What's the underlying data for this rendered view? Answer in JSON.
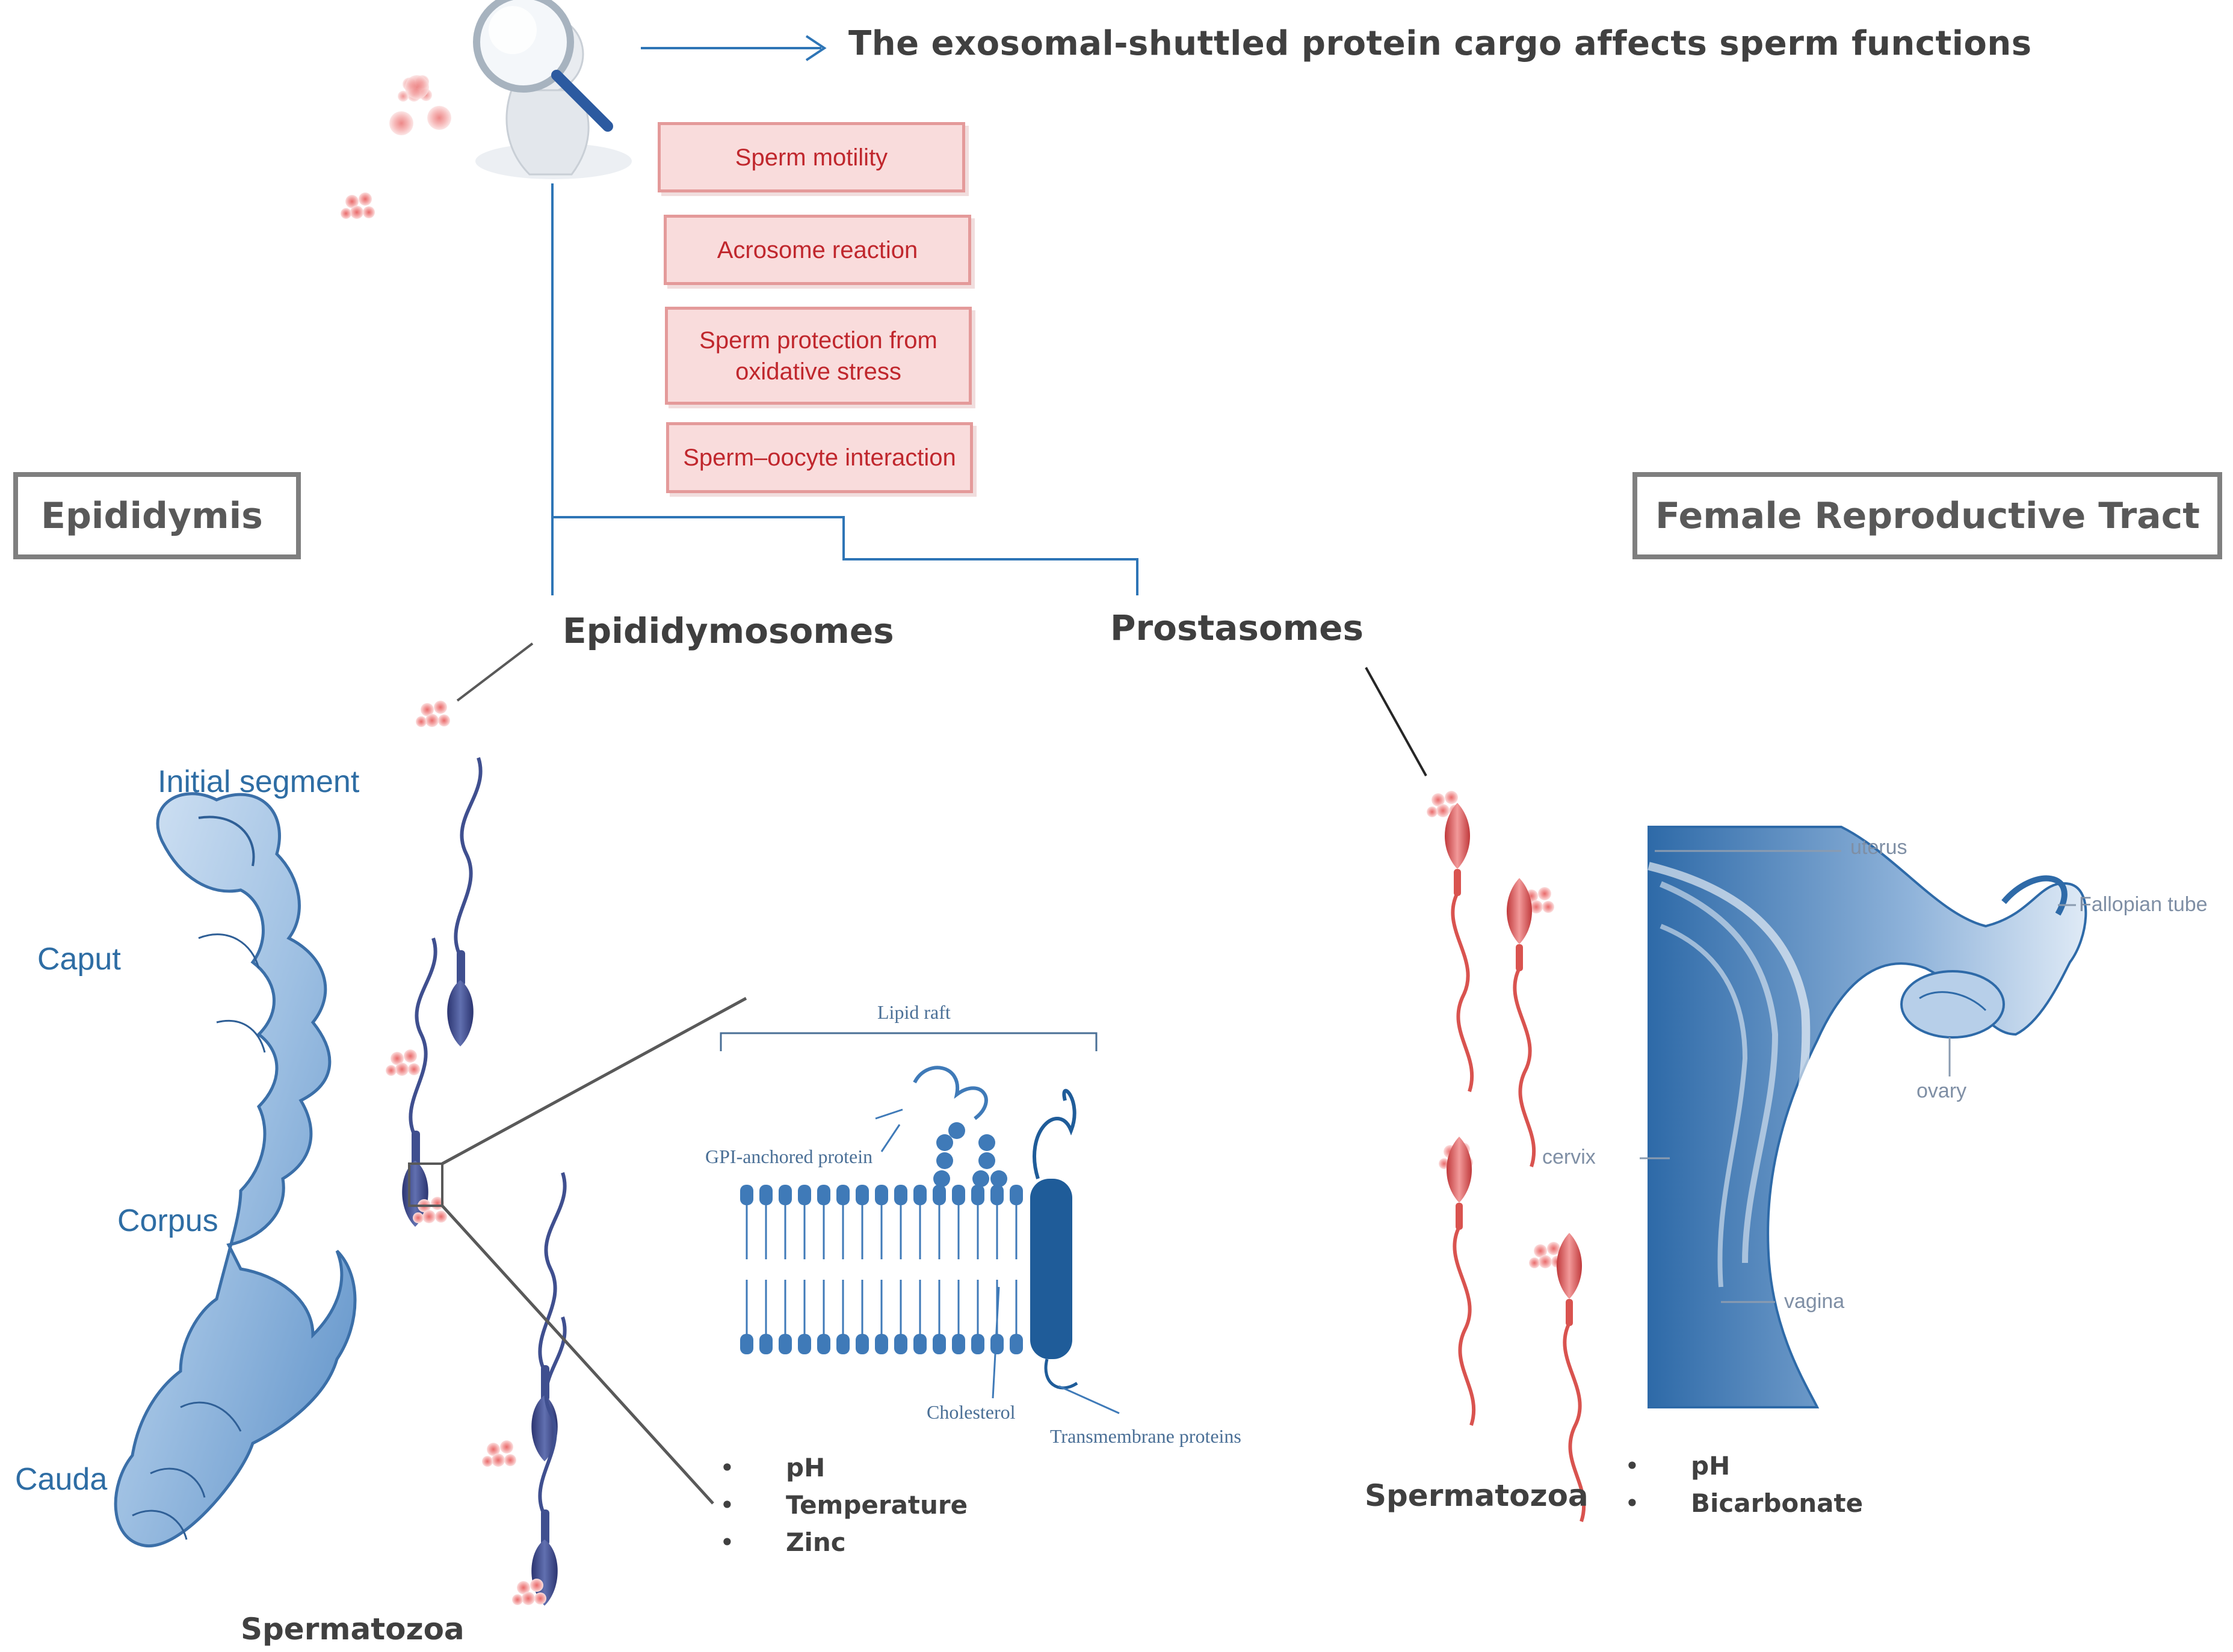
{
  "headline": "The exosomal-shuttled protein cargo affects sperm functions",
  "functions": [
    "Sperm motility",
    "Acrosome reaction",
    "Sperm protection from oxidative stress",
    "Sperm–oocyte interaction"
  ],
  "left_box_title": "Epididymis",
  "right_box_title": "Female Reproductive Tract",
  "vesicle_labels": {
    "epididymosomes": "Epididymosomes",
    "prostasomes": "Prostasomes"
  },
  "epididymis_regions": {
    "initial_segment": "Initial segment",
    "caput": "Caput",
    "corpus": "Corpus",
    "cauda": "Cauda"
  },
  "lipid_raft": {
    "title": "Lipid raft",
    "gpi": "GPI-anchored protein",
    "cholesterol": "Cholesterol",
    "transmembrane": "Transmembrane proteins"
  },
  "epididymis_factors": [
    "pH",
    "Temperature",
    "Zinc"
  ],
  "female_factors": [
    "pH",
    "Bicarbonate"
  ],
  "female_anatomy": {
    "uterus": "uterus",
    "fallopian": "Fallopian tube",
    "ovary": "ovary",
    "cervix": "cervix",
    "vagina": "vagina"
  },
  "spermatozoa_left": "Spermatozoa",
  "spermatozoa_right": "Spermatozoa",
  "colors": {
    "blue_line": "#2e75b6",
    "vesicle_pink": "#f4a6a6",
    "sperm_blue": "#3f4f8f",
    "sperm_red": "#d9534f",
    "tissue_blue": "#5b8fc7"
  }
}
